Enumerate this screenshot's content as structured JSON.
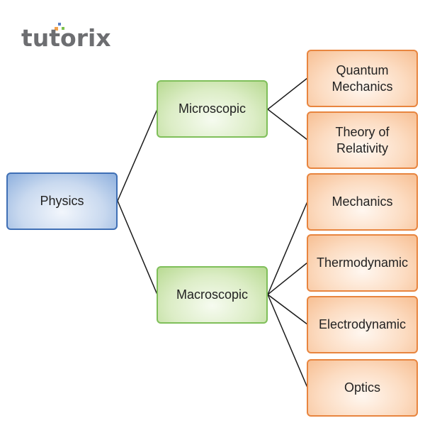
{
  "logo": {
    "text": "tutorix",
    "dot_colors": [
      "#f4a14a",
      "#5b7fc4",
      "#7cc04b"
    ]
  },
  "diagram": {
    "root": {
      "label": "Physics"
    },
    "branches": [
      {
        "label": "Microscopic",
        "children": [
          "Quantum Mechanics",
          "Theory of Relativity"
        ]
      },
      {
        "label": "Macroscopic",
        "children": [
          "Mechanics",
          "Thermodynamic",
          "Electrodynamic",
          "Optics"
        ]
      }
    ]
  },
  "colors": {
    "root_border": "#3f6fb5",
    "branch_border": "#7fbf5a",
    "leaf_border": "#e8853f",
    "connector": "#1a1a1a"
  }
}
